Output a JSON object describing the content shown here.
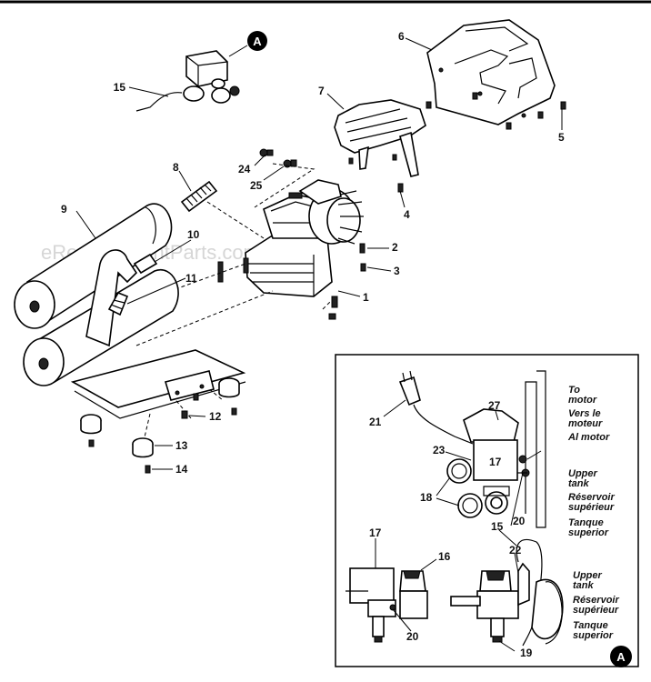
{
  "watermark": "eReplacementParts.com",
  "callout_letter": "A",
  "part_numbers": {
    "p1": "1",
    "p2": "2",
    "p3": "3",
    "p4": "4",
    "p5": "5",
    "p6": "6",
    "p7": "7",
    "p8": "8",
    "p9": "9",
    "p10": "10",
    "p11": "11",
    "p12": "12",
    "p13": "13",
    "p14": "14",
    "p15": "15",
    "p16": "16",
    "p17": "17",
    "p18": "18",
    "p19": "19",
    "p20": "20",
    "p21": "21",
    "p22": "22",
    "p23": "23",
    "p24": "24",
    "p25": "25",
    "p27": "27"
  },
  "detail_labels": {
    "to_motor": [
      "To",
      "motor",
      "Vers le",
      "moteur",
      "Al motor"
    ],
    "upper_tank_1": [
      "Upper",
      "tank",
      "Réservoir",
      "supérieur",
      "Tanque",
      "superior"
    ],
    "upper_tank_2": [
      "Upper",
      "tank",
      "Réservoir",
      "supérieur",
      "Tanque",
      "superior"
    ]
  }
}
